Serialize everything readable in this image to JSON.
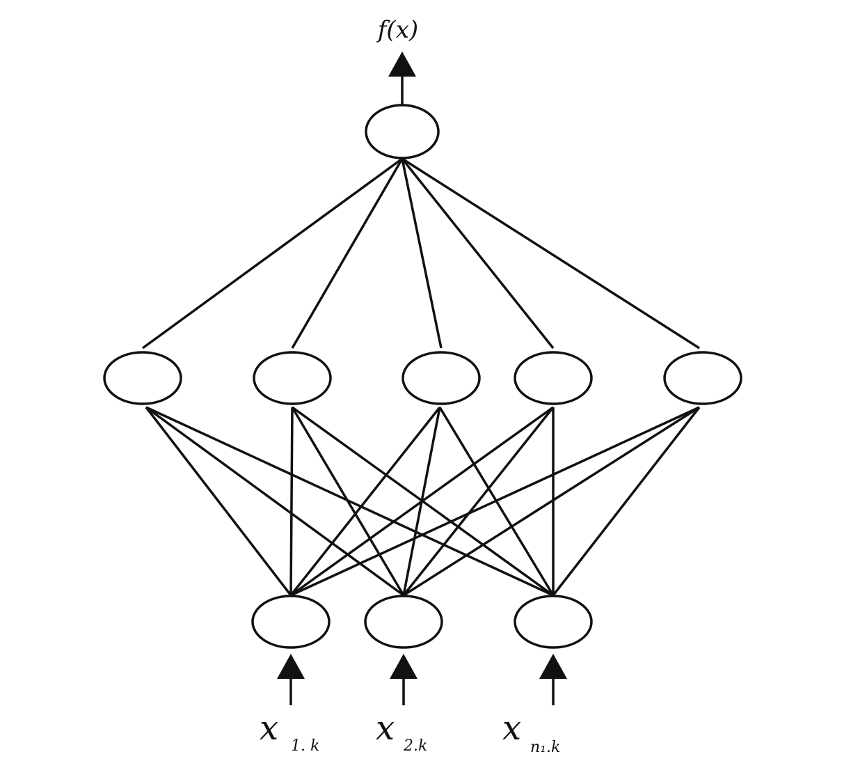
{
  "diagram": {
    "output_label": "f(x)",
    "layers": {
      "input": {
        "nodes": [
          {
            "id": "x1",
            "label": "x",
            "subscript": "1. k"
          },
          {
            "id": "x2",
            "label": "x",
            "subscript": "2.k"
          },
          {
            "id": "xn",
            "label": "x",
            "subscript": "n₁.k"
          }
        ]
      },
      "hidden": {
        "nodes": [
          {
            "id": "h1"
          },
          {
            "id": "h2"
          },
          {
            "id": "h3"
          },
          {
            "id": "h4"
          },
          {
            "id": "h5"
          }
        ]
      },
      "output": {
        "nodes": [
          {
            "id": "y"
          }
        ]
      }
    },
    "connections": "fully-connected"
  }
}
